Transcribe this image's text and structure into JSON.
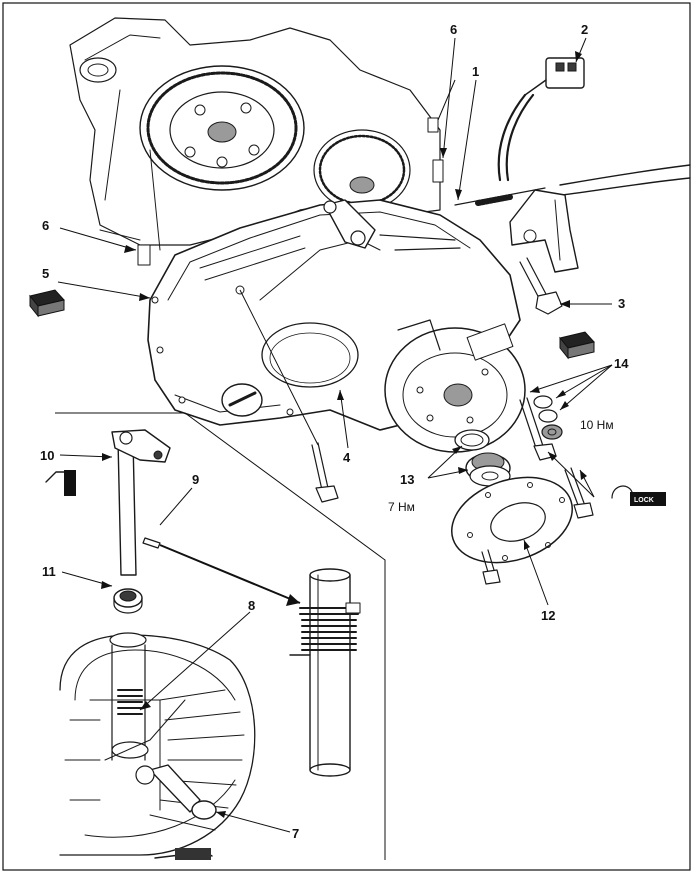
{
  "diagram": {
    "callouts": [
      {
        "id": "c1",
        "label": "1"
      },
      {
        "id": "c2",
        "label": "2"
      },
      {
        "id": "c3",
        "label": "3"
      },
      {
        "id": "c4",
        "label": "4"
      },
      {
        "id": "c5",
        "label": "5"
      },
      {
        "id": "c6a",
        "label": "6"
      },
      {
        "id": "c6b",
        "label": "6"
      },
      {
        "id": "c7",
        "label": "7"
      },
      {
        "id": "c8",
        "label": "8"
      },
      {
        "id": "c9",
        "label": "9"
      },
      {
        "id": "c10",
        "label": "10"
      },
      {
        "id": "c11",
        "label": "11"
      },
      {
        "id": "c12",
        "label": "12"
      },
      {
        "id": "c13",
        "label": "13"
      },
      {
        "id": "c14",
        "label": "14"
      }
    ],
    "torques": {
      "t10": "10 Нм",
      "t7": "7 Нм"
    },
    "badges": {
      "lock": "LOCK"
    },
    "icons": [
      "grease-icon",
      "oil-can-icon",
      "thread-lock-icon",
      "grease-application-icon"
    ]
  }
}
